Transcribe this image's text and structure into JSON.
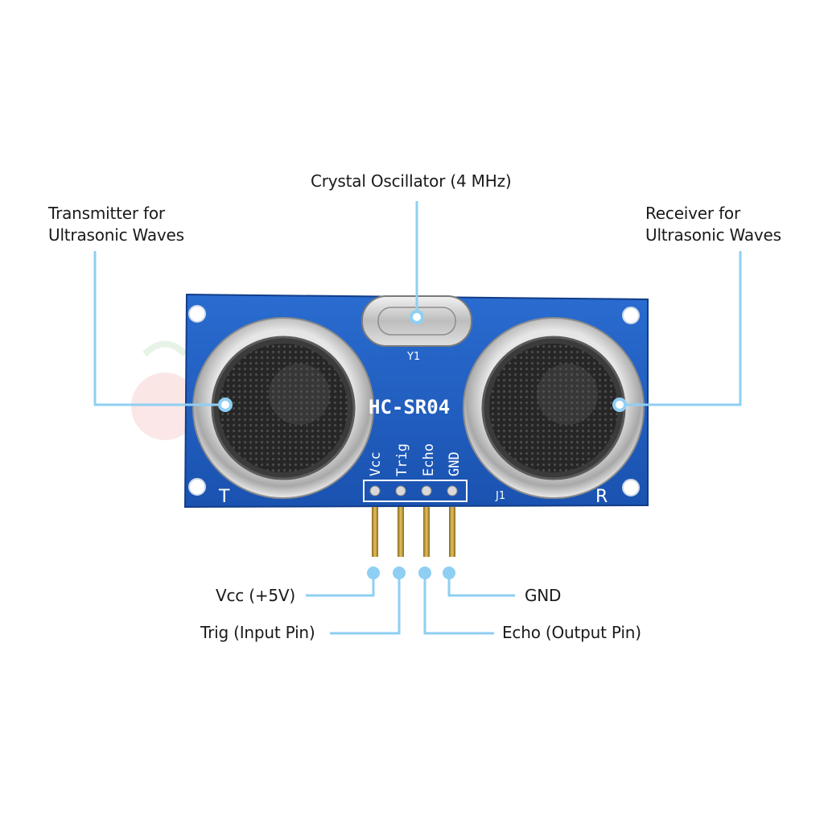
{
  "labels": {
    "oscillator": "Crystal Oscillator (4 MHz)",
    "transmitter_line1": "Transmitter for",
    "transmitter_line2": "Ultrasonic Waves",
    "receiver_line1": "Receiver for",
    "receiver_line2": "Ultrasonic Waves",
    "vcc": "Vcc (+5V)",
    "trig": "Trig (Input Pin)",
    "gnd": "GND",
    "echo": "Echo (Output Pin)"
  },
  "board": {
    "model": "HC-SR04",
    "crystal_ref": "Y1",
    "header_ref": "J1",
    "transmitter_mark": "T",
    "receiver_mark": "R",
    "pins": [
      "Vcc",
      "Trig",
      "Echo",
      "GND"
    ]
  },
  "colors": {
    "pcb": "#1f5fc4",
    "pcb_dark": "#133f8e",
    "callout": "#8fcff3",
    "text": "#1a1a1a"
  }
}
